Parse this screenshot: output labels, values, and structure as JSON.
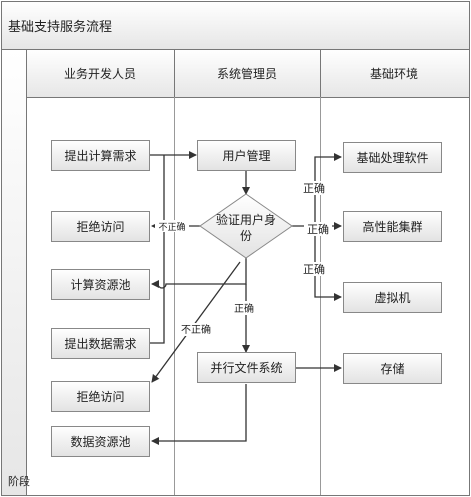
{
  "title": "基础支持服务流程",
  "stage_label": "阶段",
  "lanes": [
    "业务开发人员",
    "系统管理员",
    "基础环境"
  ],
  "boxes": {
    "submit_compute": "提出计算需求",
    "reject_1": "拒绝访问",
    "compute_pool": "计算资源池",
    "submit_data": "提出数据需求",
    "reject_2": "拒绝访问",
    "data_pool": "数据资源池",
    "user_mgmt": "用户管理",
    "verify_user_line1": "验证用户身",
    "verify_user_line2": "份",
    "parallel_fs": "并行文件系统",
    "basic_software": "基础处理软件",
    "hpc_cluster": "高性能集群",
    "vm": "虚拟机",
    "storage": "存储"
  },
  "edge_labels": {
    "correct": "正确",
    "incorrect": "不正确"
  }
}
